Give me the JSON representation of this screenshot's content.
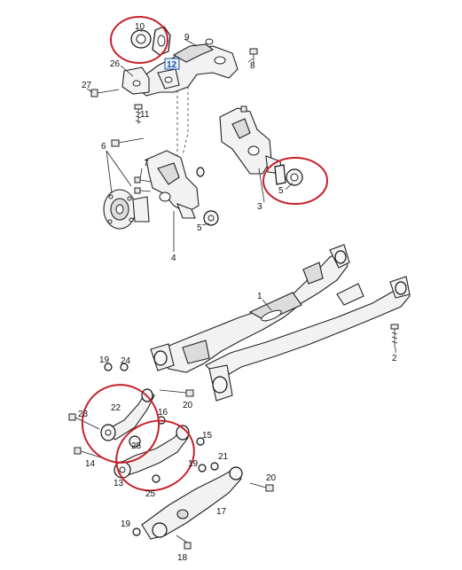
{
  "callouts": {
    "c1": "1",
    "c2": "2",
    "c3": "3",
    "c4": "4",
    "c5a": "5",
    "c5b": "5",
    "c6": "6",
    "c7": "7",
    "c8": "8",
    "c9": "9",
    "c10": "10",
    "c11": "11",
    "c12": "12",
    "c13": "13",
    "c14": "14",
    "c15": "15",
    "c16": "16",
    "c17": "17",
    "c18": "18",
    "c19a": "19",
    "c19b": "19",
    "c19c": "19",
    "c20a": "20",
    "c20b": "20",
    "c21": "21",
    "c22": "22",
    "c23": "23",
    "c24": "24",
    "c25a": "25",
    "c25b": "25",
    "c26": "26",
    "c27": "27"
  },
  "highlight_color": "#c8202a",
  "highlighted_callouts": [
    "10",
    "5",
    "22",
    "25"
  ]
}
